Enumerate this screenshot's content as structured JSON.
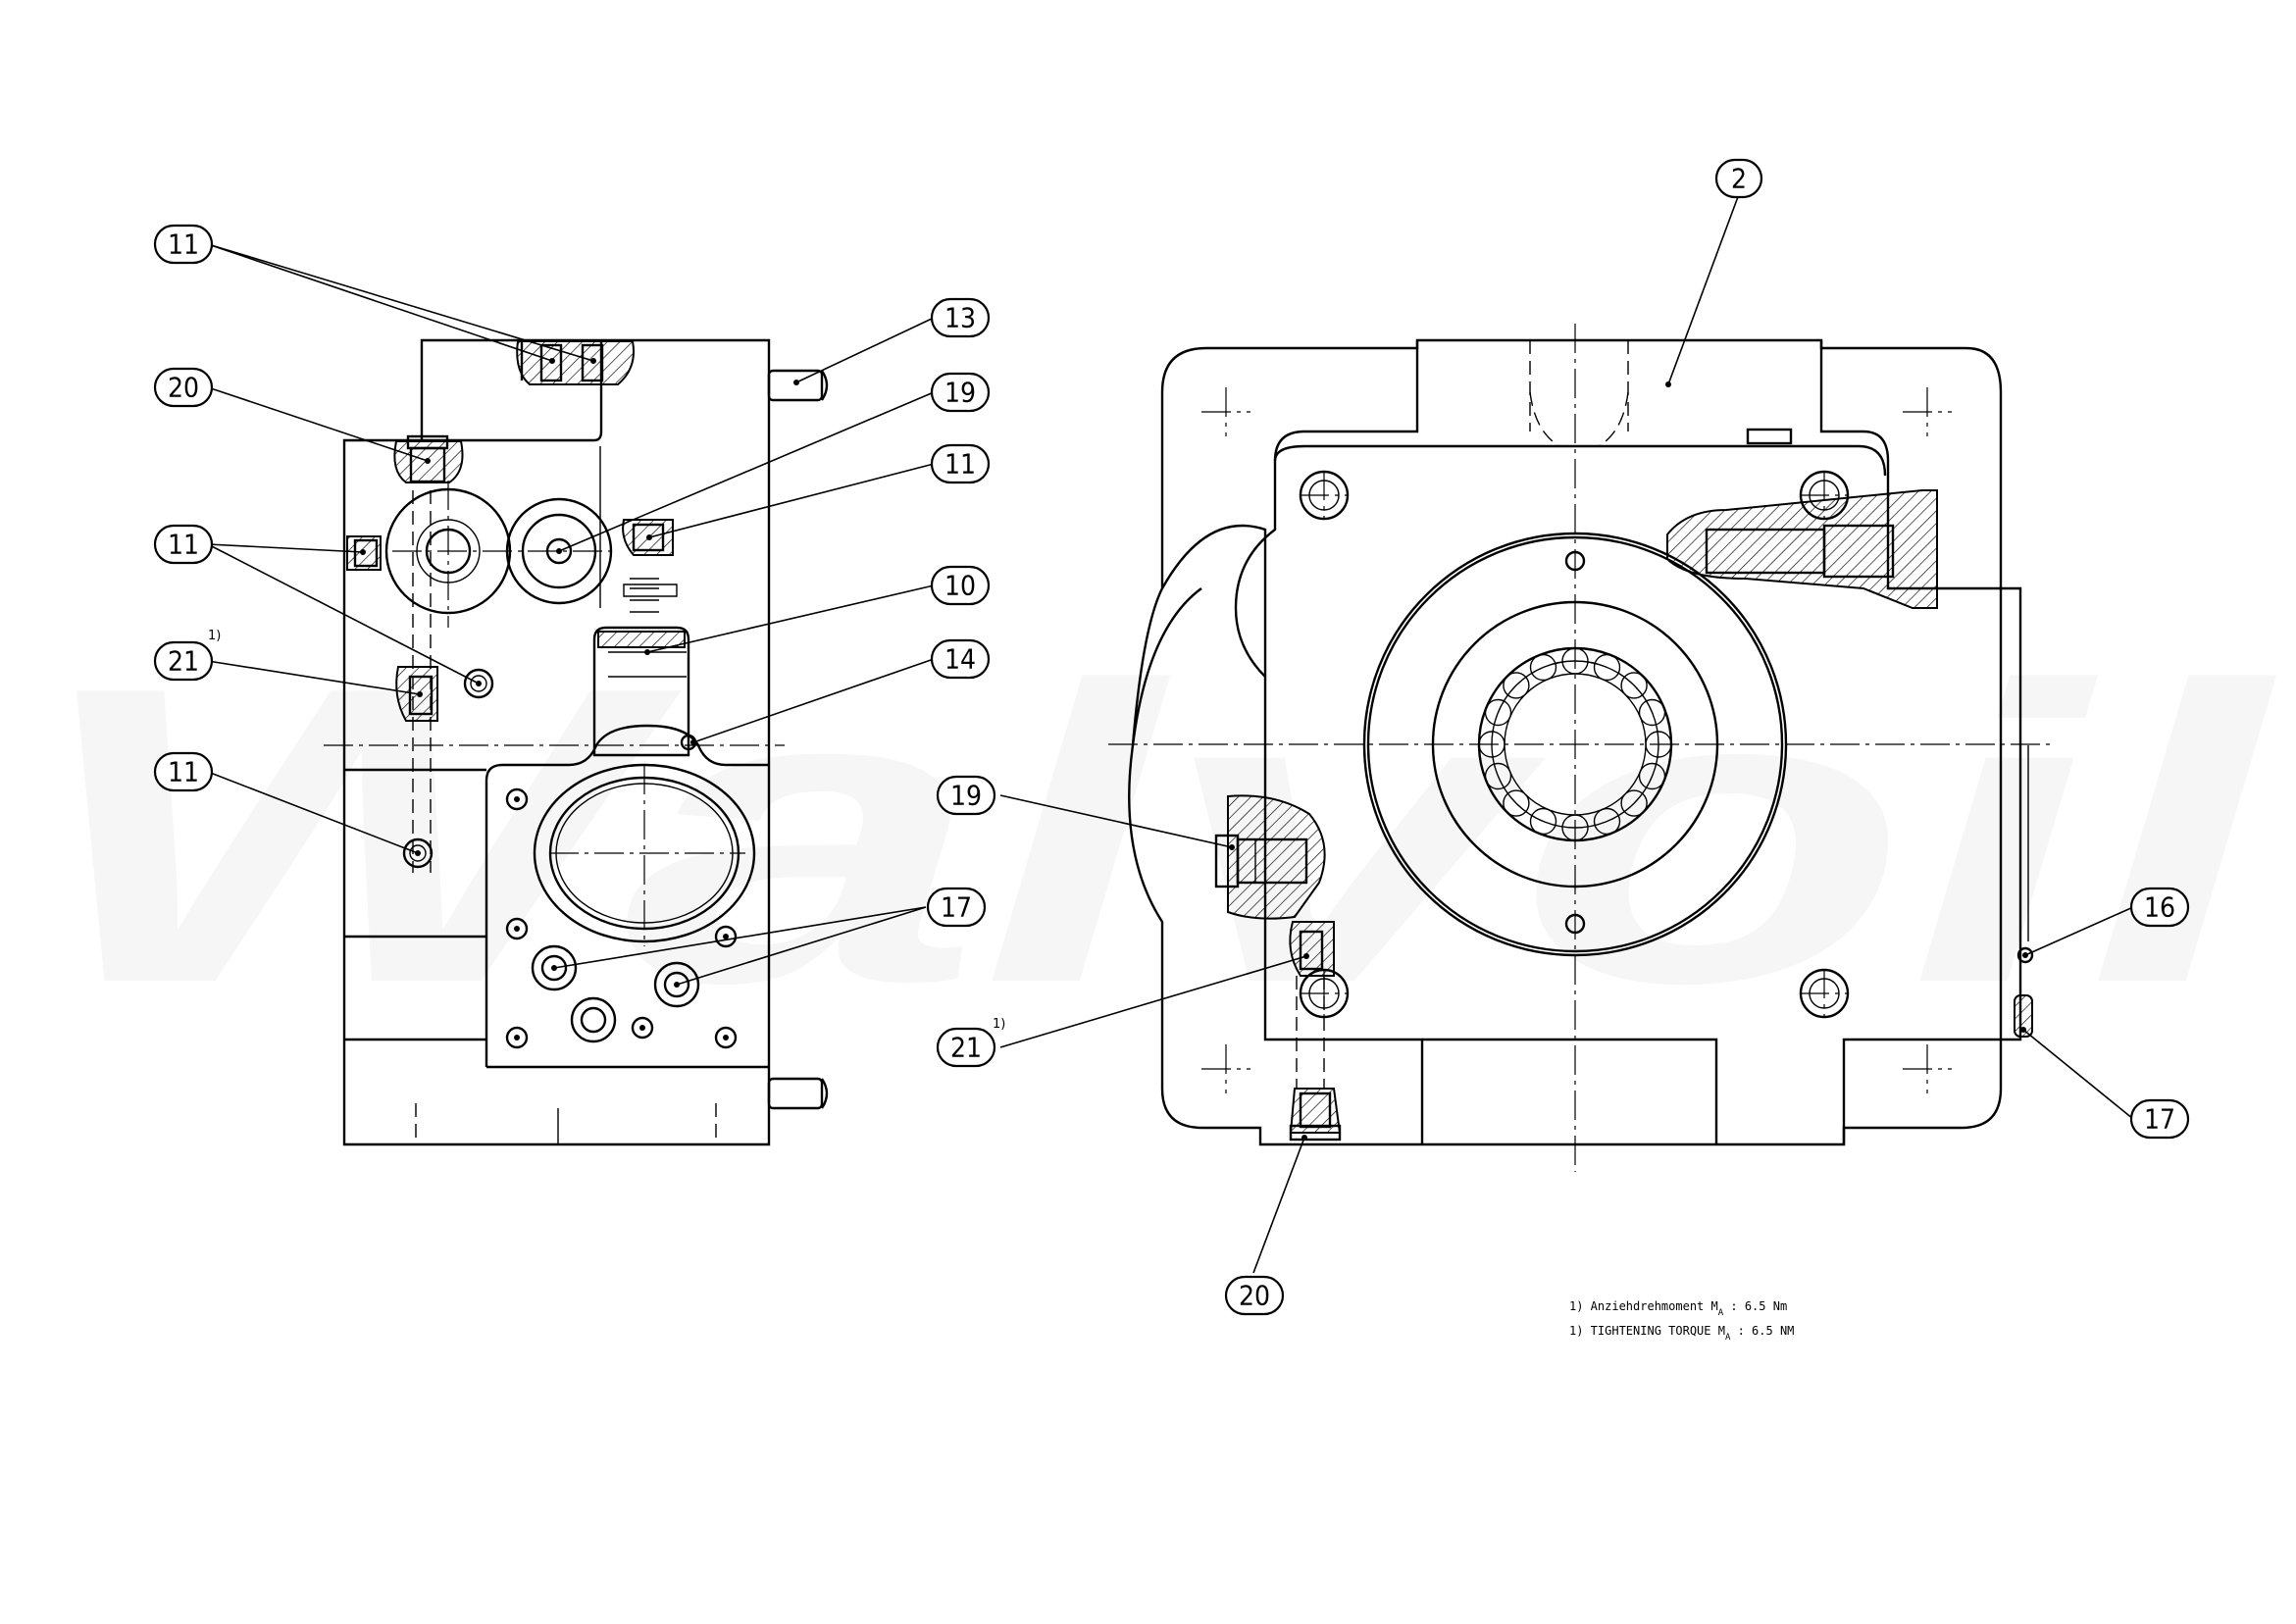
{
  "watermark": "Walvoil",
  "balloons": [
    {
      "id": "b-11-top",
      "label": "11"
    },
    {
      "id": "b-20-left",
      "label": "20"
    },
    {
      "id": "b-11-mid-left",
      "label": "11"
    },
    {
      "id": "b-21-left",
      "label": "21",
      "footnote": "1)"
    },
    {
      "id": "b-11-low-left",
      "label": "11"
    },
    {
      "id": "b-13",
      "label": "13"
    },
    {
      "id": "b-19-left",
      "label": "19"
    },
    {
      "id": "b-11-right",
      "label": "11"
    },
    {
      "id": "b-10",
      "label": "10"
    },
    {
      "id": "b-14",
      "label": "14"
    },
    {
      "id": "b-19-right",
      "label": "19"
    },
    {
      "id": "b-17-left",
      "label": "17"
    },
    {
      "id": "b-21-right",
      "label": "21",
      "footnote": "1)"
    },
    {
      "id": "b-2",
      "label": "2"
    },
    {
      "id": "b-16",
      "label": "16"
    },
    {
      "id": "b-17-right",
      "label": "17"
    },
    {
      "id": "b-20-right",
      "label": "20"
    }
  ],
  "notes": {
    "line1": {
      "prefix": "1) Anziehdrehmoment M",
      "sub": "A",
      "suffix": " : 6.5 Nm"
    },
    "line2": {
      "prefix": "1) TIGHTENING TORQUE M",
      "sub": "A",
      "suffix": " : 6.5 NM"
    }
  }
}
